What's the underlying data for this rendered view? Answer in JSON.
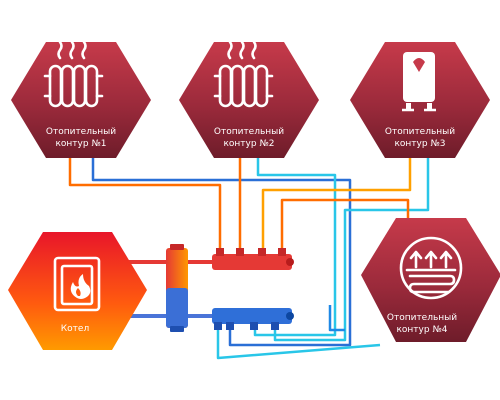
{
  "diagram": {
    "circuits": [
      {
        "line1": "Отопительный",
        "line2": "контур  №1",
        "icon": "radiator-icon"
      },
      {
        "line1": "Отопительный",
        "line2": "контур  №2",
        "icon": "radiator-icon"
      },
      {
        "line1": "Отопительный",
        "line2": "контур  №3",
        "icon": "water-heater-icon"
      },
      {
        "line1": "Отопительный",
        "line2": "контур  №4",
        "icon": "underfloor-heating-icon"
      }
    ],
    "boiler": {
      "label": "Котел",
      "icon": "boiler-flame-icon"
    },
    "colors": {
      "hex_dark": "#7a1f2c",
      "hex_mid": "#a02a3a",
      "hex_light": "#c63a4a",
      "boiler_red": "#e8162a",
      "boiler_orange": "#ff8a00",
      "supply_red": "#e53935",
      "supply_orange": "#ff9800",
      "return_blue": "#1565c0",
      "return_cyan": "#29c6e8"
    }
  }
}
